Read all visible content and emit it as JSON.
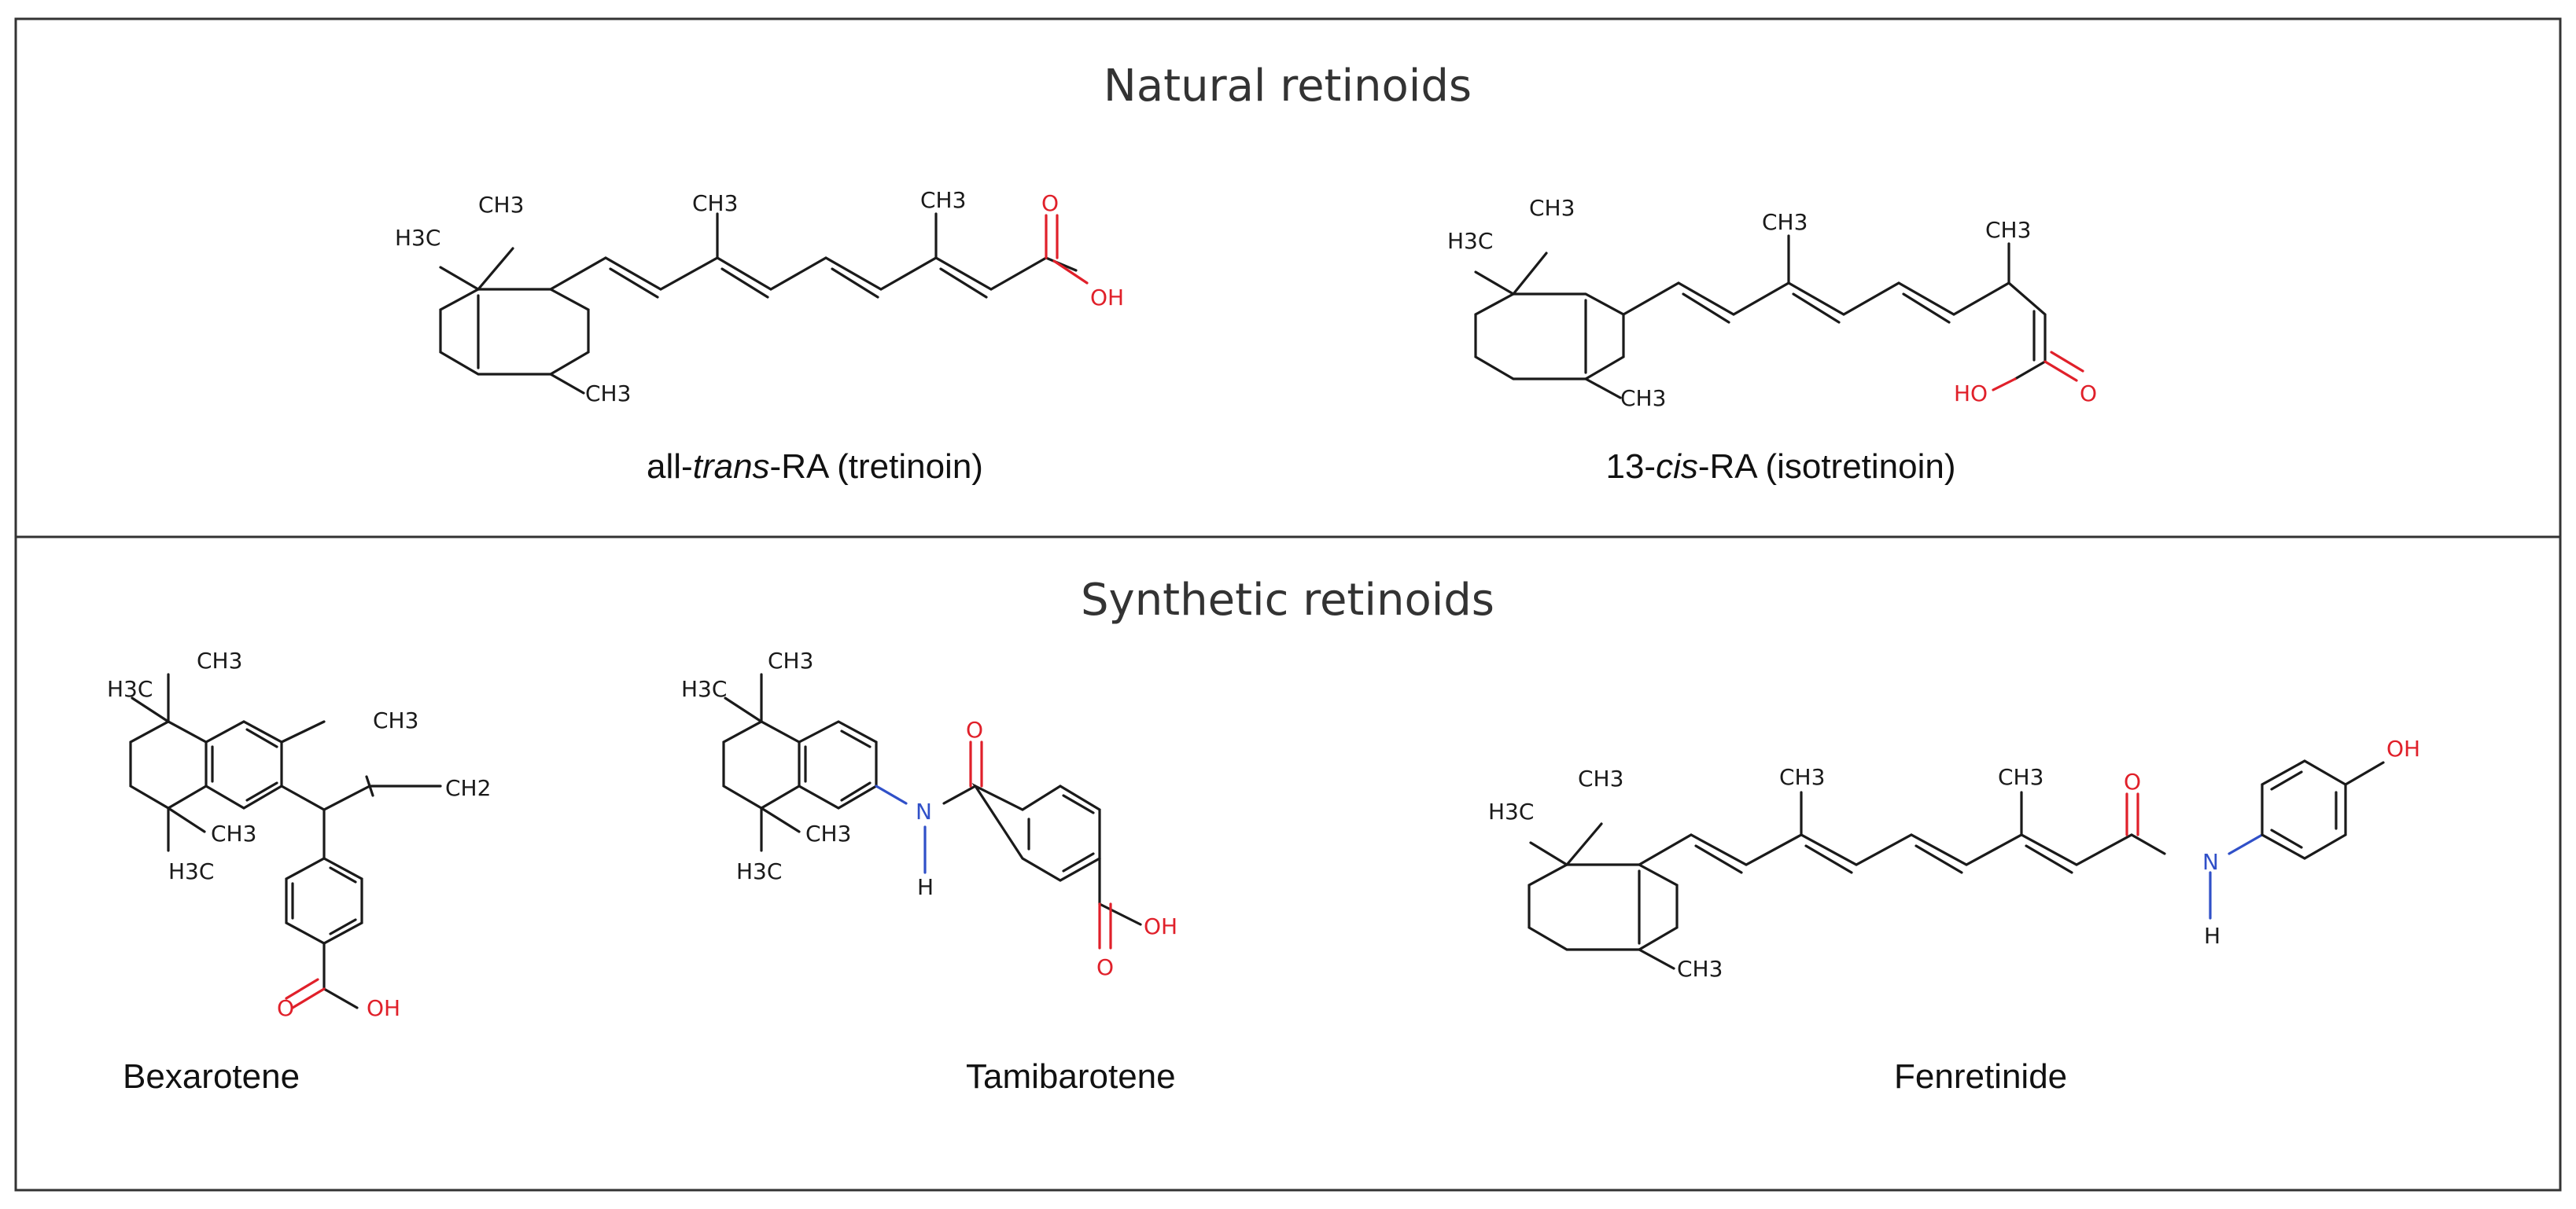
{
  "panels": [
    {
      "title": "Natural retinoids",
      "molecules": [
        {
          "name_prefix": "all-",
          "name_italic": "trans",
          "name_suffix": "-RA (tretinoin)"
        },
        {
          "name_prefix": "13-",
          "name_italic": "cis",
          "name_suffix": "-RA (isotretinoin)"
        }
      ]
    },
    {
      "title": "Synthetic retinoids",
      "molecules": [
        {
          "name": "Bexarotene"
        },
        {
          "name": "Tamibarotene"
        },
        {
          "name": "Fenretinide"
        }
      ]
    }
  ],
  "atom_labels": {
    "ch3": "CH3",
    "h3c": "H3C",
    "ch2": "CH2",
    "o": "O",
    "oh": "OH",
    "ho": "HO",
    "n": "N",
    "h": "H"
  },
  "colors": {
    "border": "#333333",
    "bond": "#1a1a1a",
    "oxygen": "#e0202a",
    "nitrogen": "#3050c8",
    "text": "#111111"
  }
}
